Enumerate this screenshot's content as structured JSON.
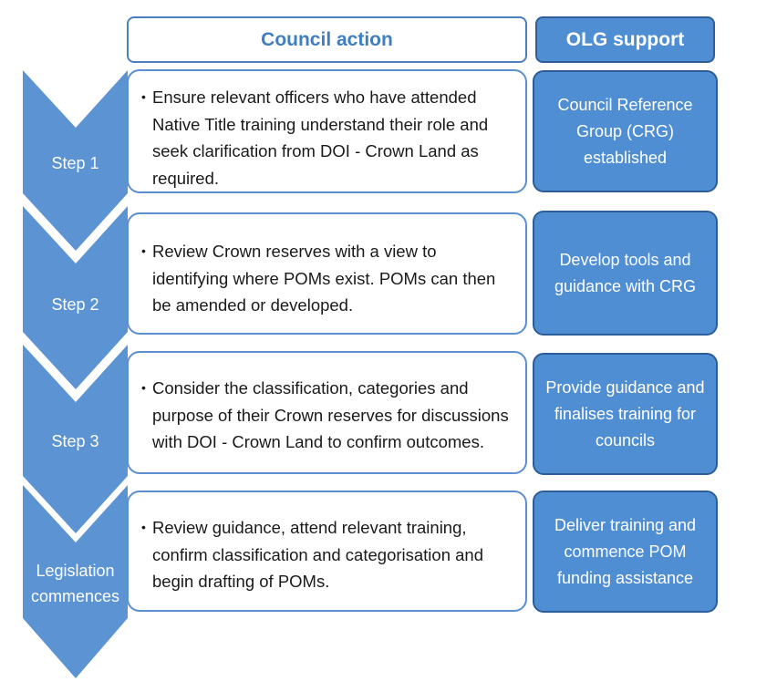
{
  "headers": {
    "council": "Council action",
    "olg": "OLG support"
  },
  "steps": [
    {
      "label": "Step 1",
      "action": "Ensure relevant officers who have attended Native Title training understand their role and seek clarification from DOI - Crown Land as required.",
      "olg": "Council Reference Group (CRG) established"
    },
    {
      "label": "Step 2",
      "action": "Review Crown reserves with a view to identifying where POMs exist. POMs can then be amended or developed.",
      "olg": "Develop tools and guidance with CRG"
    },
    {
      "label": "Step 3",
      "action": "Consider the classification, categories and purpose of their Crown reserves for discussions with DOI - Crown Land to confirm outcomes.",
      "olg": "Provide guidance and finalises training for councils"
    },
    {
      "label": "Legislation commences",
      "action": "Review guidance, attend relevant training, confirm classification and categorisation and begin drafting of POMs.",
      "olg": "Deliver training and commence POM funding assistance"
    }
  ],
  "colors": {
    "chevron": "#5b93d3",
    "olg_fill": "#4f8ed3",
    "header_text": "#3f7fc0",
    "action_border": "#5c8fcf"
  }
}
